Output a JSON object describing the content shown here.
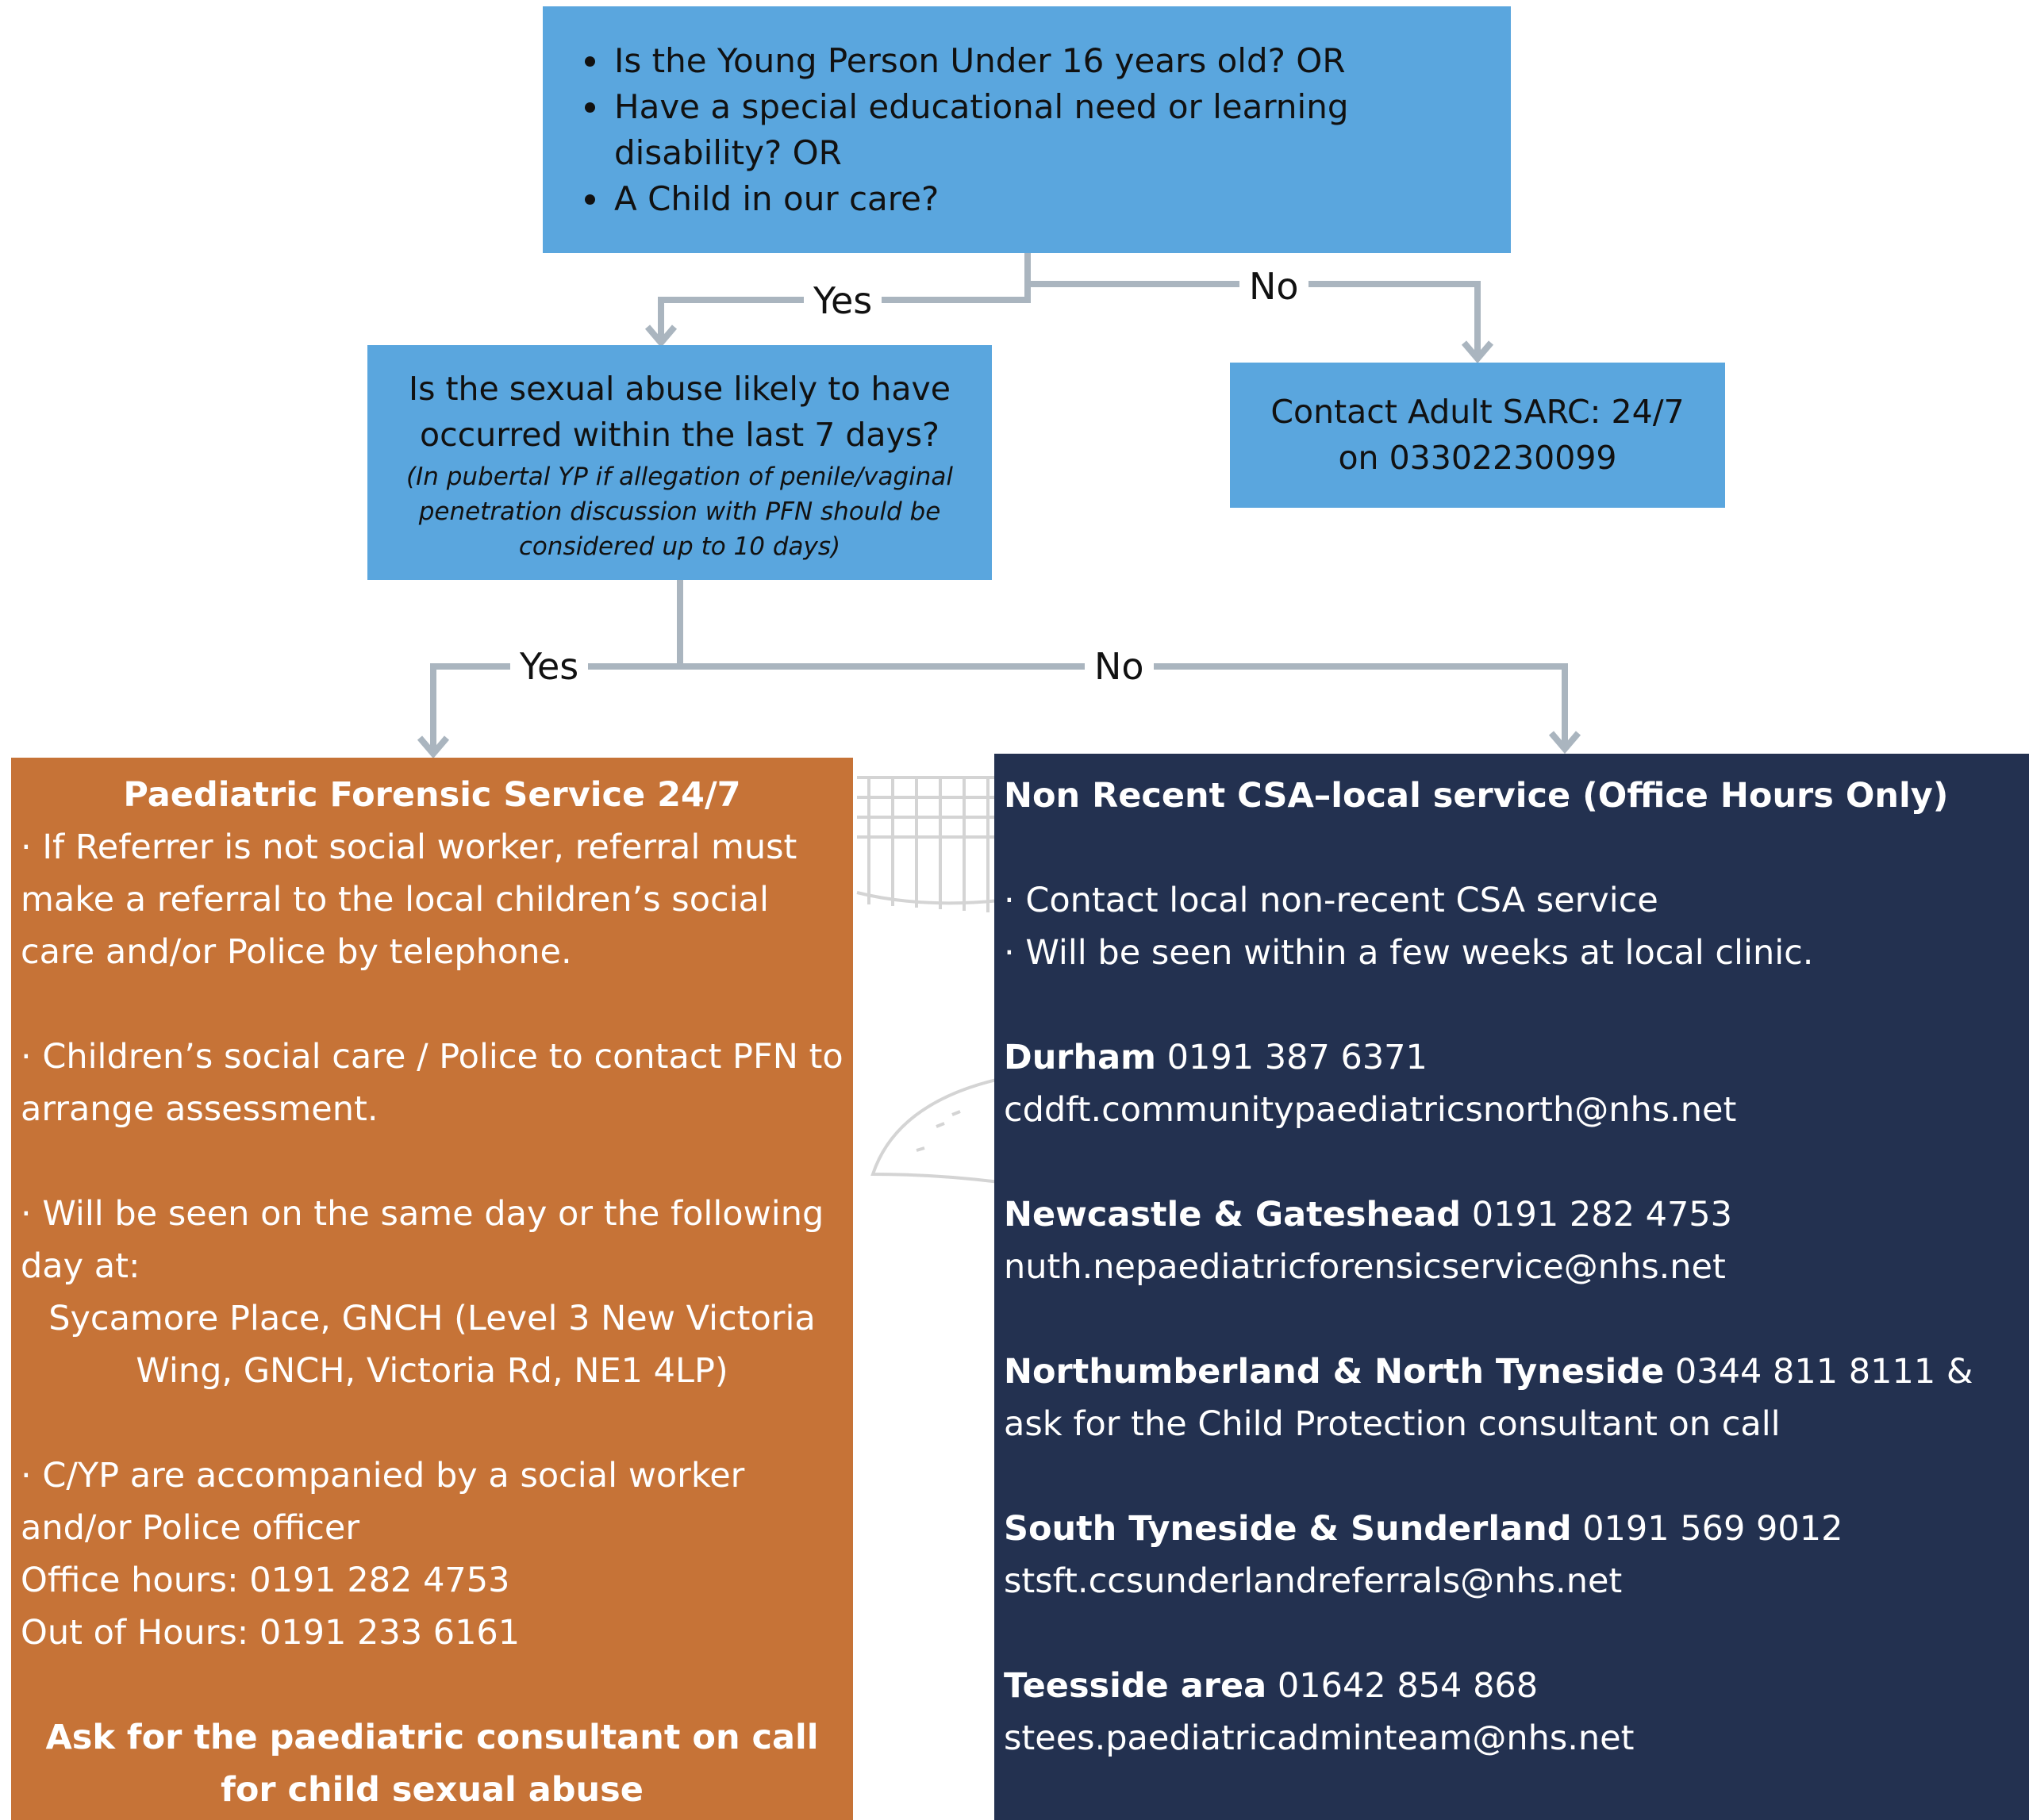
{
  "question1": {
    "items": [
      "Is the Young Person Under 16 years old? OR",
      "Have a special educational need or learning disability? OR",
      "A Child in our care?"
    ]
  },
  "question2": {
    "text": "Is the sexual abuse likely to have occurred within the last 7 days?",
    "note": "(In pubertal YP if allegation of penile/vaginal penetration discussion with PFN should be considered up to 10 days)"
  },
  "labels": {
    "yes": "Yes",
    "no": "No"
  },
  "adult_sarc": {
    "line1": "Contact Adult SARC: 24/7",
    "line2": "on 03302230099"
  },
  "pfs": {
    "title": "Paediatric Forensic Service 24/7",
    "p1": "· If Referrer is not social worker, referral must make a referral to the local children’s social care and/or Police by telephone.",
    "p2": "· Children’s social care / Police to contact PFN to arrange assessment.",
    "p3": "· Will be seen on the same day or the following day at:",
    "p3_location": "Sycamore Place, GNCH (Level 3 New Victoria Wing, GNCH, Victoria Rd, NE1 4LP)",
    "p4": "· C/YP are accompanied by a social worker and/or Police officer",
    "office_hours": "Office hours: 0191 282 4753",
    "out_of_hours": "Out of Hours: 0191 233 6161",
    "footer": "Ask for the paediatric consultant on call for child sexual abuse"
  },
  "csa": {
    "title": "Non Recent CSA–local service (Office Hours Only)",
    "bullet1": "· Contact local non-recent CSA service",
    "bullet2": "· Will be seen within a few weeks at local clinic.",
    "contacts": [
      {
        "area": "Durham",
        "phone": "0191 387 6371",
        "email": "cddft.communitypaediatricsnorth@nhs.net"
      },
      {
        "area": "Newcastle & Gateshead",
        "phone": "0191 282 4753",
        "email": "nuth.nepaediatricforensicservice@nhs.net"
      },
      {
        "area": "Northumberland & North Tyneside",
        "phone": "0344 811 8111 & ask for the Child Protection consultant on call",
        "email": ""
      },
      {
        "area": "South Tyneside & Sunderland",
        "phone": "0191 569 9012",
        "email": "stsft.ccsunderlandreferrals@nhs.net"
      },
      {
        "area": "Teesside area",
        "phone": "01642 854 868",
        "email": "stees.paediatricadminteam@nhs.net"
      }
    ]
  },
  "colors": {
    "box_blue": "#5aa6de",
    "box_orange": "#c67337",
    "box_navy": "#233150",
    "connector": "#aab5bf"
  }
}
